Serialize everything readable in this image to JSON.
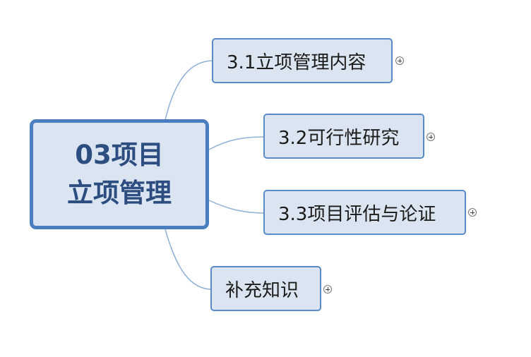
{
  "root": {
    "line1": "03项目",
    "line2": "立项管理"
  },
  "branches": [
    {
      "label": "3.1立项管理内容",
      "expand_icon": "plus-circle-icon"
    },
    {
      "label": "3.2可行性研究",
      "expand_icon": "plus-circle-icon"
    },
    {
      "label": "3.3项目评估与论证",
      "expand_icon": "plus-circle-icon"
    },
    {
      "label": "补充知识",
      "expand_icon": "plus-circle-icon"
    }
  ],
  "colors": {
    "node_fill": "#dbe5f1",
    "root_border": "#4a7ec1",
    "branch_border": "#5a8bc8",
    "connector": "#8fb0d8",
    "root_text": "#2b4d7f"
  }
}
